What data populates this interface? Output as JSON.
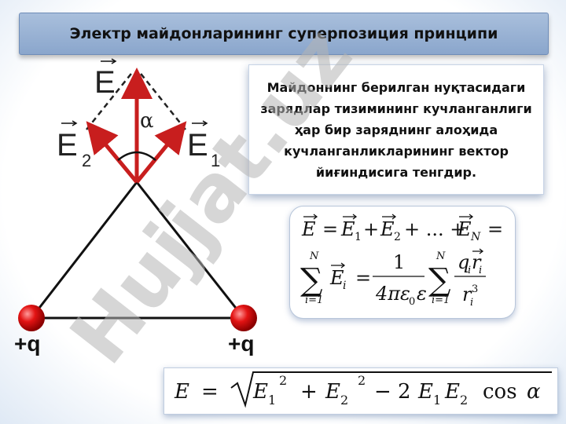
{
  "title": "Электр майдонларининг суперпозиция принципи",
  "description": "Майдоннинг берилган нуқтасидаги зарядлар тизимининг кучланганлиги ҳар бир заряднинг алоҳида кучланганликларининг вектор йиғиндисига тенгдир.",
  "watermark": "Hujjat.uz",
  "labels": {
    "E": "E",
    "E2": "E",
    "E2_sub": "2",
    "E1": "E",
    "E1_sub": "1",
    "alpha": "α",
    "charge_left": "+q",
    "charge_right": "+q"
  },
  "formula1": {
    "E": "E",
    "eq": "=",
    "E1": "E",
    "sub1": "1",
    "plus": "+",
    "E2": "E",
    "sub2": "2",
    "dots": "+ ... +",
    "EN": "E",
    "subN": "N",
    "eq_end": "="
  },
  "formula2": {
    "sum_top": "N",
    "sum_bottom": "i=1",
    "Ei": "E",
    "sub_i": "i",
    "eq": "=",
    "frac_num": "1",
    "frac_den": "4πε",
    "eps_sub": "0",
    "eps_tail": "ε",
    "sum2_top": "N",
    "sum2_bottom": "i=1",
    "q": "q",
    "r": "r",
    "r_den": "r",
    "pow": "3"
  },
  "formula3": {
    "E": "E",
    "eq": "=",
    "E1": "E",
    "sub1": "1",
    "sup1": "2",
    "plus": "+",
    "E2": "E",
    "sub2": "2",
    "sup2": "2",
    "minus": "− 2",
    "E1b": "E",
    "sub1b": "1",
    "E2b": "E",
    "sub2b": "2",
    "cos": "cos",
    "alpha": "α"
  },
  "colors": {
    "vector": "#c81e1e",
    "charge": "#e01010",
    "title_bg": "#98b2d6"
  }
}
